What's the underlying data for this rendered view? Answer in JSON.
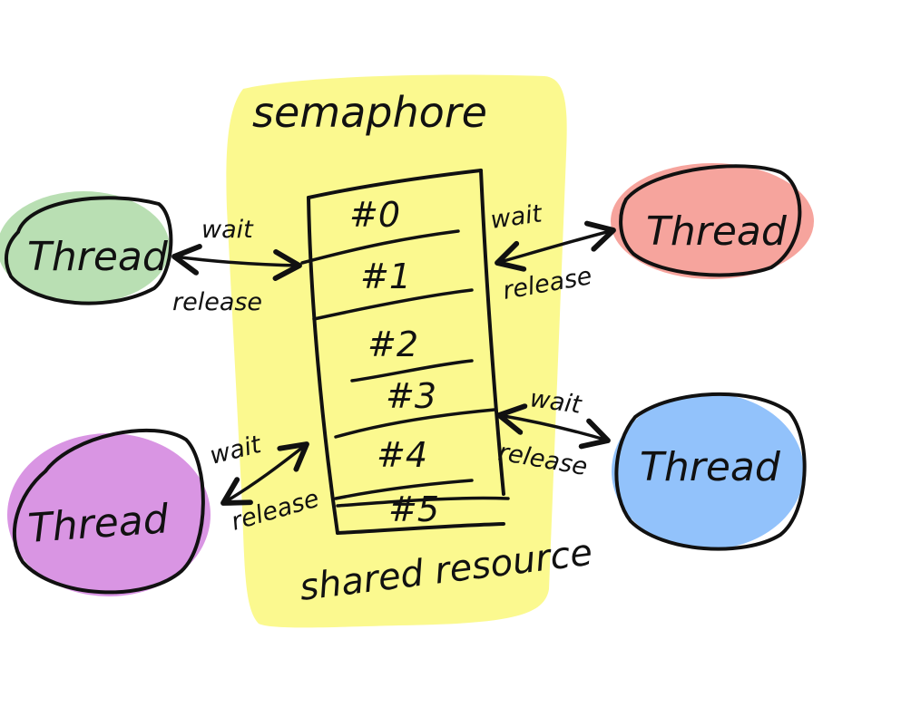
{
  "semaphore": {
    "title": "semaphore",
    "fill_color": "#fbf98f",
    "slots": [
      "#0",
      "#1",
      "#2",
      "#3",
      "#4",
      "#5"
    ],
    "footer": "shared resource"
  },
  "threads": [
    {
      "label": "Thread",
      "color": "#b9dfb3",
      "wait": "wait",
      "release": "release"
    },
    {
      "label": "Thread",
      "color": "#f6a49d",
      "wait": "wait",
      "release": "release"
    },
    {
      "label": "Thread",
      "color": "#d995e3",
      "wait": "wait",
      "release": "release"
    },
    {
      "label": "Thread",
      "color": "#92c2fb",
      "wait": "wait",
      "release": "release"
    }
  ]
}
